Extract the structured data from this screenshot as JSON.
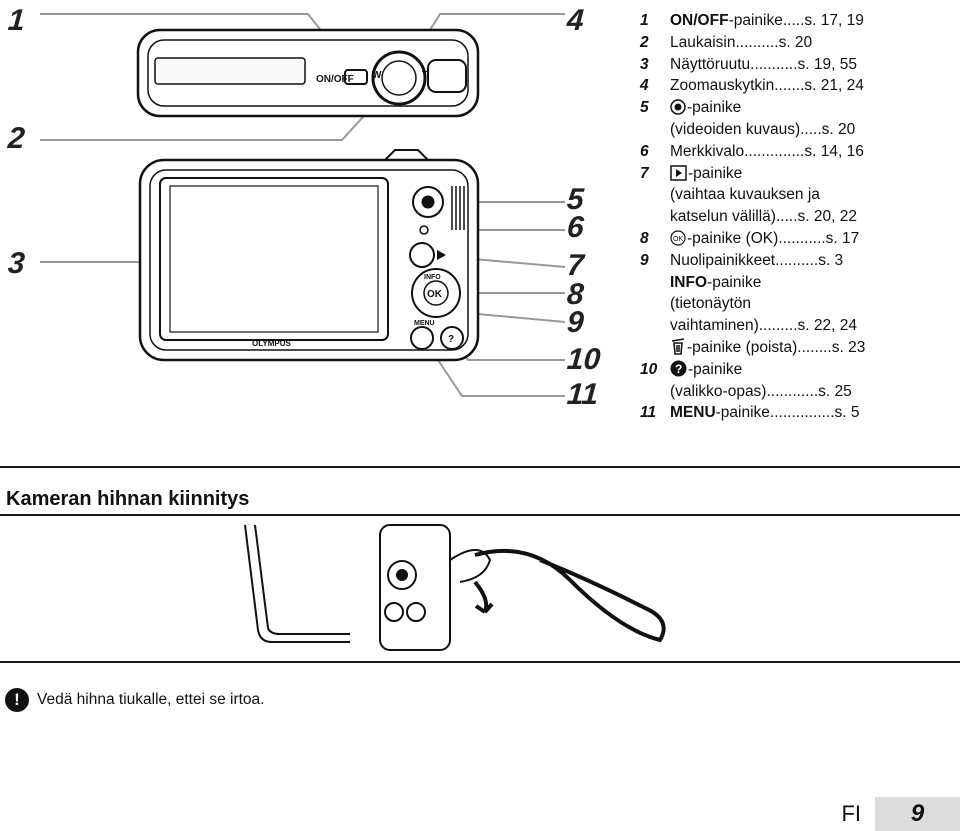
{
  "callouts": [
    "1",
    "2",
    "3",
    "4",
    "5",
    "6",
    "7",
    "8",
    "9",
    "10",
    "11"
  ],
  "camera": {
    "top_onoff": "ON/OFF",
    "top_w": "W",
    "top_t": "T",
    "btn_info": "INFO",
    "btn_ok": "OK",
    "btn_menu": "MENU",
    "brand": "OLYMPUS"
  },
  "parts": [
    {
      "num": "1",
      "glyph": "",
      "bold": "ON/OFF",
      "text": "-painike",
      "lead": ".....s. 17, 19"
    },
    {
      "num": "2",
      "glyph": "",
      "bold": "",
      "text": "Laukaisin",
      "lead": "..........s. 20"
    },
    {
      "num": "3",
      "glyph": "",
      "bold": "",
      "text": "Näyttöruutu",
      "lead": "...........s. 19, 55"
    },
    {
      "num": "4",
      "glyph": "",
      "bold": "",
      "text": "Zoomauskytkin",
      "lead": ".......s. 21, 24"
    },
    {
      "num": "5",
      "glyph": "movie",
      "bold": "",
      "text": "-painike",
      "lead": ""
    },
    {
      "num": "",
      "glyph": "",
      "bold": "",
      "text": "(videoiden kuvaus)",
      "lead": ".....s. 20"
    },
    {
      "num": "6",
      "glyph": "",
      "bold": "",
      "text": "Merkkivalo",
      "lead": "..............s. 14, 16"
    },
    {
      "num": "7",
      "glyph": "play",
      "bold": "",
      "text": "-painike",
      "lead": ""
    },
    {
      "num": "",
      "glyph": "",
      "bold": "",
      "text": "(vaihtaa kuvauksen ja",
      "lead": ""
    },
    {
      "num": "",
      "glyph": "",
      "bold": "",
      "text": "katselun välillä)",
      "lead": ".....s. 20, 22"
    },
    {
      "num": "8",
      "glyph": "ok",
      "bold": "",
      "text": "-painike (OK)",
      "lead": "...........s. 17"
    },
    {
      "num": "9",
      "glyph": "",
      "bold": "",
      "text": "Nuolipainikkeet",
      "lead": "..........s. 3"
    },
    {
      "num": "",
      "glyph": "",
      "bold": "INFO",
      "text": "-painike",
      "lead": ""
    },
    {
      "num": "",
      "glyph": "",
      "bold": "",
      "text": "(tietonäytön",
      "lead": ""
    },
    {
      "num": "",
      "glyph": "",
      "bold": "",
      "text": "vaihtaminen)",
      "lead": ".........s. 22, 24"
    },
    {
      "num": "",
      "glyph": "trash",
      "bold": "",
      "text": "-painike (poista)",
      "lead": "........s. 23"
    },
    {
      "num": "10",
      "glyph": "help",
      "bold": "",
      "text": "-painike",
      "lead": ""
    },
    {
      "num": "",
      "glyph": "",
      "bold": "",
      "text": "(valikko-opas)",
      "lead": "............s. 25"
    },
    {
      "num": "11",
      "glyph": "",
      "bold": "MENU",
      "text": "-painike",
      "lead": "...............s. 5"
    }
  ],
  "section": {
    "title": "Kameran hihnan kiinnitys"
  },
  "note": {
    "icon": "!",
    "text": "Vedä hihna tiukalle, ettei se irtoa."
  },
  "footer": {
    "lang": "FI",
    "page": "9"
  }
}
